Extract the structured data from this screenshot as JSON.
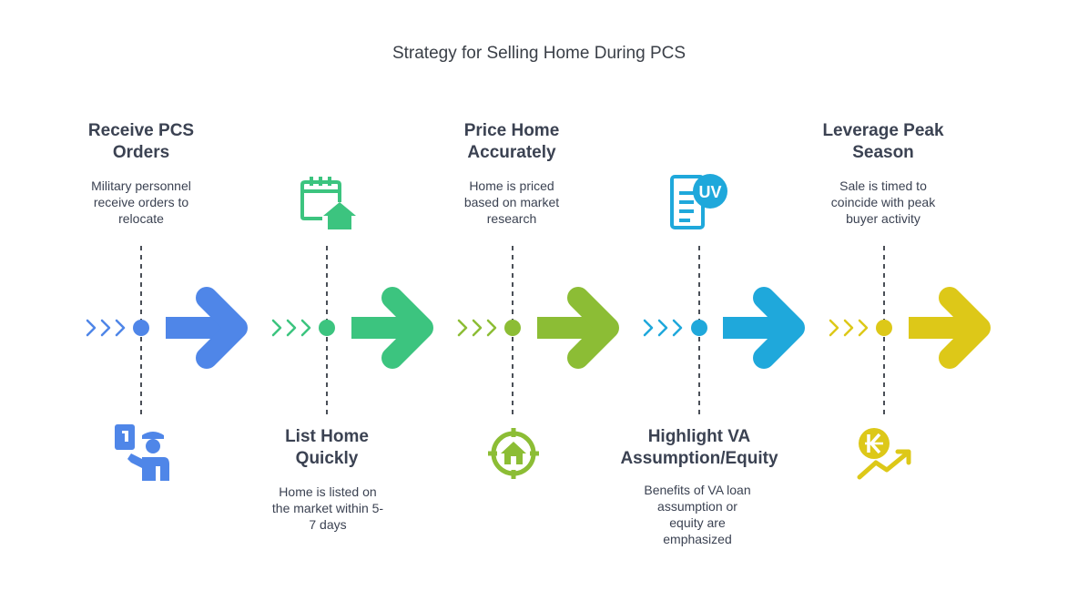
{
  "title": "Strategy for Selling Home During PCS",
  "colors": {
    "step1": "#4f86e8",
    "step2": "#3cc47f",
    "step3": "#8cbd35",
    "step4": "#1fa8db",
    "step5": "#ddc818"
  },
  "steps": [
    {
      "title": "Receive PCS Orders",
      "title_lines": [
        "Receive PCS",
        "Orders"
      ],
      "desc_lines": [
        "Military personnel",
        "receive orders to",
        "relocate"
      ],
      "icon": "military-officer-icon",
      "position": "top"
    },
    {
      "title": "List Home Quickly",
      "title_lines": [
        "List Home",
        "Quickly"
      ],
      "desc_lines": [
        "Home is listed on",
        "the market within 5-",
        "7 days"
      ],
      "icon": "calendar-home-icon",
      "position": "bottom"
    },
    {
      "title": "Price Home Accurately",
      "title_lines": [
        "Price Home",
        "Accurately"
      ],
      "desc_lines": [
        "Home is priced",
        "based on market",
        "research"
      ],
      "icon": "home-target-icon",
      "position": "top"
    },
    {
      "title": "Highlight VA Assumption/Equity",
      "title_lines": [
        "Highlight VA",
        "Assumption/Equity"
      ],
      "desc_lines": [
        "Benefits of VA loan",
        "assumption or",
        "equity are",
        "emphasized"
      ],
      "icon": "document-uv-icon",
      "position": "bottom"
    },
    {
      "title": "Leverage Peak Season",
      "title_lines": [
        "Leverage Peak",
        "Season"
      ],
      "desc_lines": [
        "Sale is timed to",
        "coincide with peak",
        "buyer activity"
      ],
      "icon": "growth-chart-icon",
      "position": "top"
    }
  ]
}
